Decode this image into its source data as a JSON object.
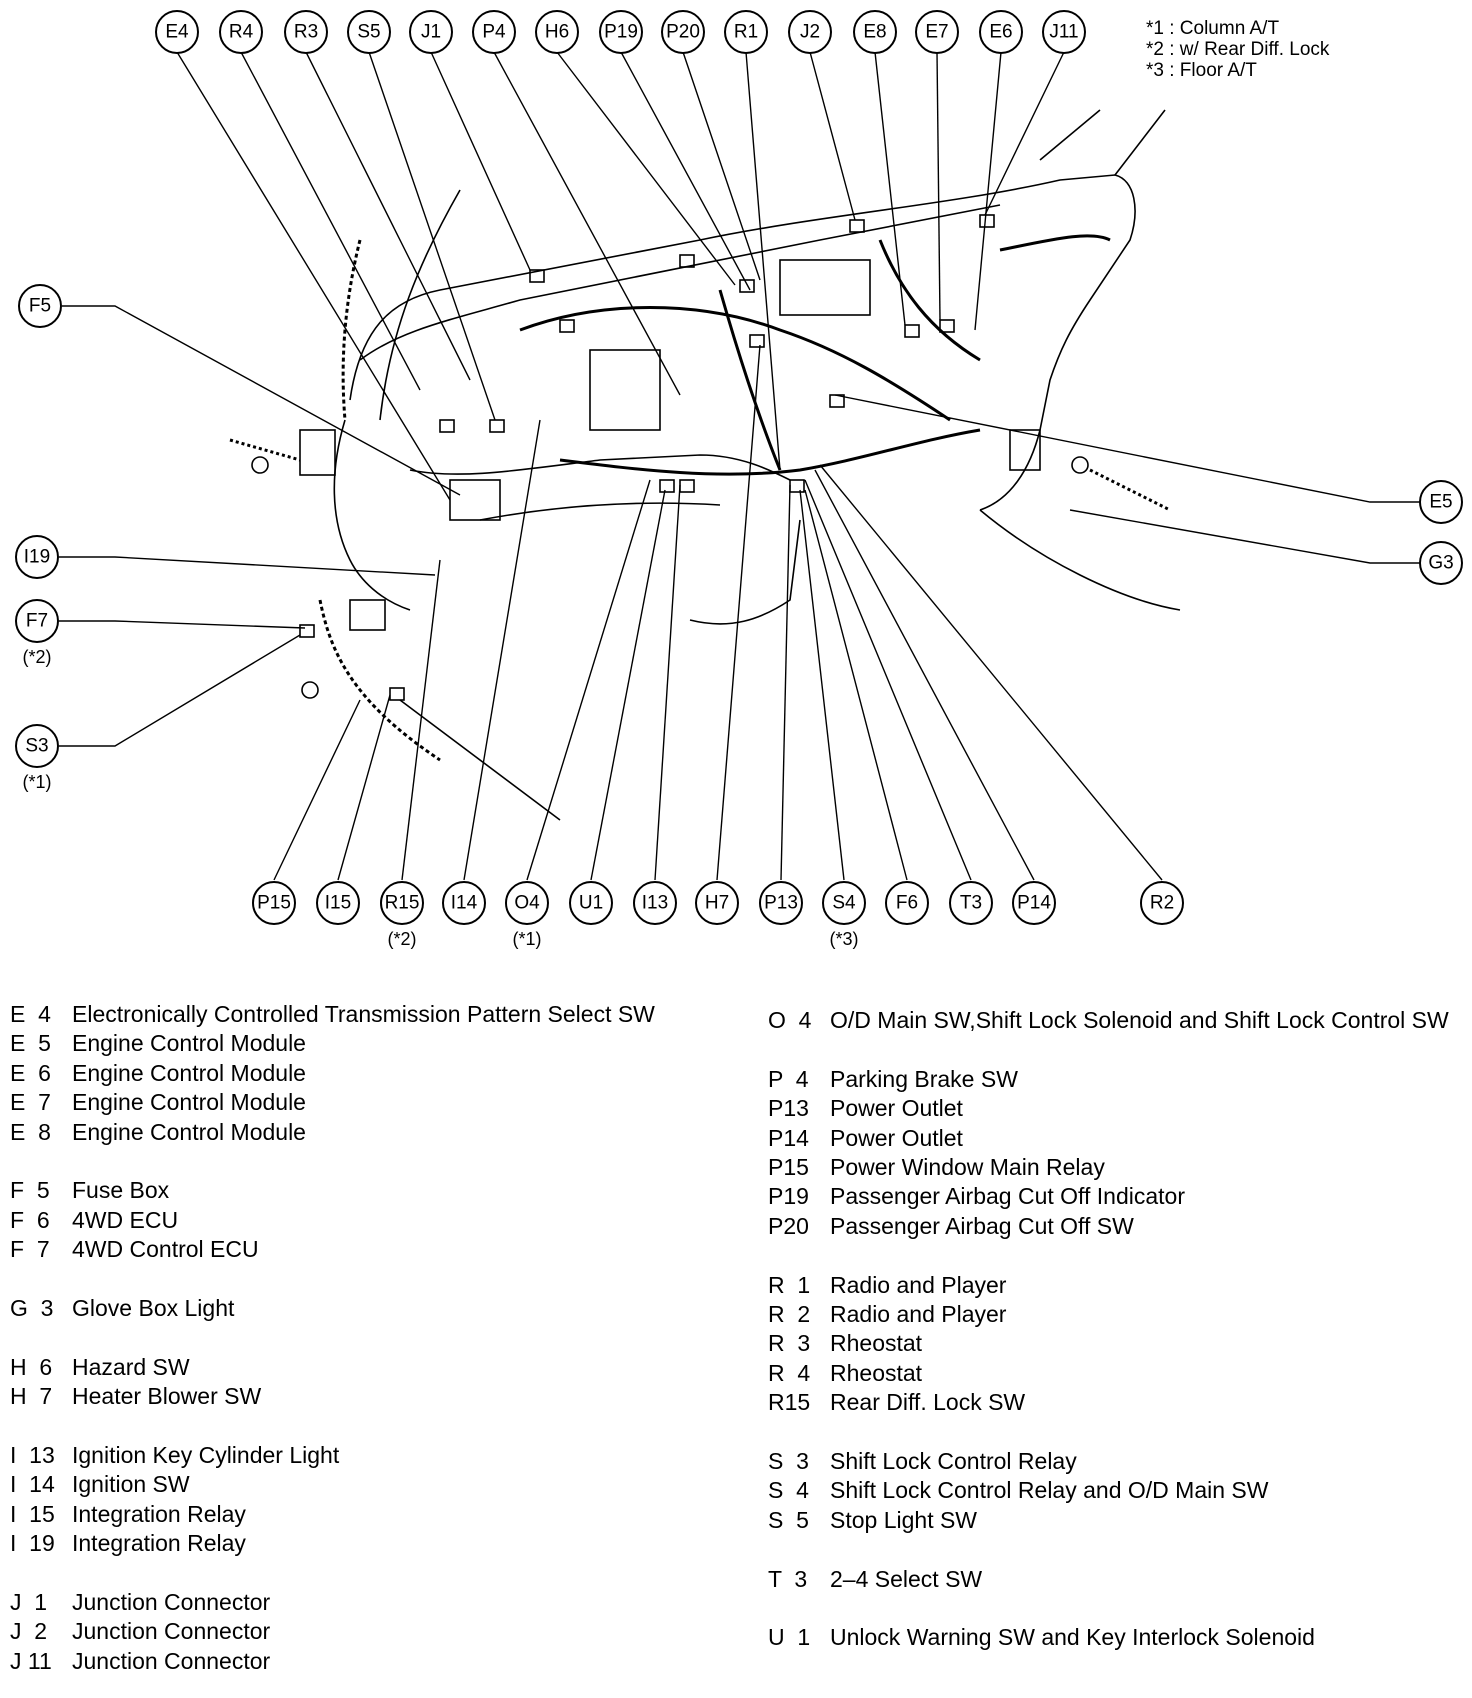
{
  "footnotes": [
    "*1 : Column A/T",
    "*2 : w/ Rear Diff. Lock",
    "*3 : Floor A/T"
  ],
  "callouts_top": [
    "E4",
    "R4",
    "R3",
    "S5",
    "J1",
    "P4",
    "H6",
    "P19",
    "P20",
    "R1",
    "J2",
    "E8",
    "E7",
    "E6",
    "J11"
  ],
  "callouts_bottom": [
    "P15",
    "I15",
    "R15",
    "I14",
    "O4",
    "U1",
    "I13",
    "H7",
    "P13",
    "S4",
    "F6",
    "T3",
    "P14",
    "R2"
  ],
  "callouts_left": [
    "F5",
    "I19",
    "F7",
    "S3"
  ],
  "callouts_right": [
    "E5",
    "G3"
  ],
  "callout_notes": {
    "F7": "(*2)",
    "S3": "(*1)",
    "R15": "(*2)",
    "O4": "(*1)",
    "S4": "(*3)"
  },
  "legend_left": [
    {
      "code": "E  4",
      "desc": "Electronically Controlled Transmission Pattern Select SW"
    },
    {
      "code": "E  5",
      "desc": "Engine Control Module"
    },
    {
      "code": "E  6",
      "desc": "Engine Control Module"
    },
    {
      "code": "E  7",
      "desc": "Engine Control Module"
    },
    {
      "code": "E  8",
      "desc": "Engine Control Module"
    },
    {
      "gap": true
    },
    {
      "code": "F  5",
      "desc": "Fuse Box"
    },
    {
      "code": "F  6",
      "desc": "4WD ECU"
    },
    {
      "code": "F  7",
      "desc": "4WD Control ECU"
    },
    {
      "gap": true
    },
    {
      "code": "G  3",
      "desc": "Glove Box Light"
    },
    {
      "gap": true
    },
    {
      "code": "H  6",
      "desc": "Hazard SW"
    },
    {
      "code": "H  7",
      "desc": "Heater Blower SW"
    },
    {
      "gap": true
    },
    {
      "code": "I  13",
      "desc": "Ignition Key Cylinder Light"
    },
    {
      "code": "I  14",
      "desc": "Ignition SW"
    },
    {
      "code": "I  15",
      "desc": "Integration Relay"
    },
    {
      "code": "I  19",
      "desc": "Integration Relay"
    },
    {
      "gap": true
    },
    {
      "code": "J  1",
      "desc": "Junction Connector"
    },
    {
      "code": "J  2",
      "desc": "Junction Connector"
    },
    {
      "code": "J 11",
      "desc": "Junction Connector"
    }
  ],
  "legend_right": [
    {
      "code": "O  4",
      "desc": "O/D Main SW,Shift Lock Solenoid and Shift Lock Control SW"
    },
    {
      "gap": true
    },
    {
      "code": "P  4",
      "desc": "Parking Brake SW"
    },
    {
      "code": "P13",
      "desc": "Power Outlet"
    },
    {
      "code": "P14",
      "desc": "Power Outlet"
    },
    {
      "code": "P15",
      "desc": "Power Window Main Relay"
    },
    {
      "code": "P19",
      "desc": "Passenger Airbag Cut Off Indicator"
    },
    {
      "code": "P20",
      "desc": "Passenger Airbag Cut Off SW"
    },
    {
      "gap": true
    },
    {
      "code": "R  1",
      "desc": "Radio and Player"
    },
    {
      "code": "R  2",
      "desc": "Radio and Player"
    },
    {
      "code": "R  3",
      "desc": "Rheostat"
    },
    {
      "code": "R  4",
      "desc": "Rheostat"
    },
    {
      "code": "R15",
      "desc": "Rear Diff. Lock SW"
    },
    {
      "gap": true
    },
    {
      "code": "S  3",
      "desc": "Shift Lock Control Relay"
    },
    {
      "code": "S  4",
      "desc": "Shift Lock Control Relay and O/D Main SW"
    },
    {
      "code": "S  5",
      "desc": "Stop Light SW"
    },
    {
      "gap": true
    },
    {
      "code": "T  3",
      "desc": "2–4 Select SW"
    },
    {
      "gap": true
    },
    {
      "code": "U  1",
      "desc": "Unlock Warning SW and Key Interlock Solenoid"
    }
  ]
}
